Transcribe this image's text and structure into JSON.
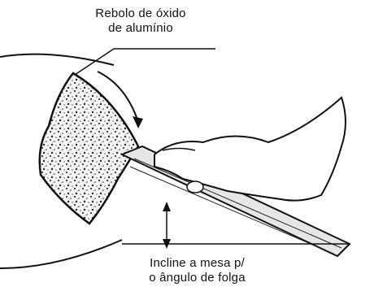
{
  "labels": {
    "top": {
      "line1": "Rebolo de óxido",
      "line2": "de alumínio"
    },
    "bottom": {
      "line1": "Incline a mesa p/",
      "line2": "o ângulo de folga"
    }
  }
}
